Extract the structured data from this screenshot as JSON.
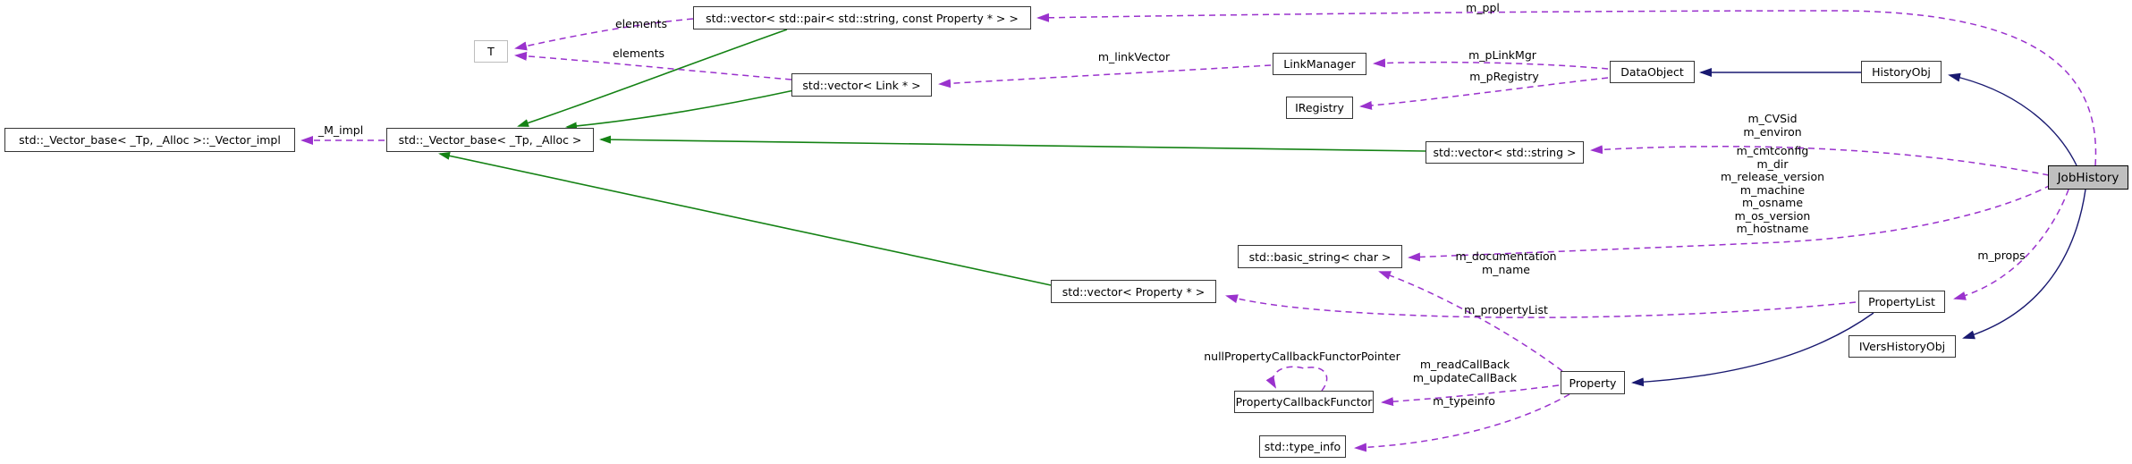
{
  "diagram": {
    "kind": "doxygen-collaboration-graph",
    "focus_class": "JobHistory"
  },
  "colors": {
    "template_inheritance_edge": "#148214",
    "public_inheritance_edge": "#191970",
    "usage_edge": "#9a32cd",
    "node_border": "#353535",
    "current_node_fill": "#bfbfbf",
    "background": "#ffffff"
  },
  "nodes": {
    "vector_impl": {
      "label": "std::_Vector_base< _Tp, _Alloc >::_Vector_impl"
    },
    "vector_base": {
      "label": "std::_Vector_base< _Tp, _Alloc >"
    },
    "t_param": {
      "label": "T"
    },
    "pair_vector": {
      "label": "std::vector< std::pair< std::string, const Property * > >"
    },
    "link_vector": {
      "label": "std::vector< Link * >"
    },
    "link_manager": {
      "label": "LinkManager"
    },
    "iregistry": {
      "label": "IRegistry"
    },
    "data_object": {
      "label": "DataObject"
    },
    "history_obj": {
      "label": "HistoryObj"
    },
    "string_vector": {
      "label": "std::vector< std::string >"
    },
    "basic_string": {
      "label": "std::basic_string< char >"
    },
    "property_vector": {
      "label": "std::vector< Property * >"
    },
    "property_list": {
      "label": "PropertyList"
    },
    "ivers_history_obj": {
      "label": "IVersHistoryObj"
    },
    "property": {
      "label": "Property"
    },
    "property_callback_functor": {
      "label": "PropertyCallbackFunctor"
    },
    "type_info": {
      "label": "std::type_info"
    },
    "job_history": {
      "label": "JobHistory"
    }
  },
  "edge_labels": {
    "elements_top": "elements",
    "elements_bottom": "elements",
    "m_impl": "_M_impl",
    "m_ppl": "m_ppl",
    "m_link_vector": "m_linkVector",
    "m_p_link_mgr": "m_pLinkMgr",
    "m_p_registry": "m_pRegistry",
    "string_members_a": "m_CVSid\nm_environ",
    "string_members_b": "m_cmtconfig\nm_dir\nm_release_version\nm_machine\nm_osname\nm_os_version\nm_hostname",
    "m_props": "m_props",
    "doc_and_name": "m_documentation\nm_name",
    "m_property_list": "m_propertyList",
    "null_functor_pointer": "nullPropertyCallbackFunctorPointer",
    "callbacks": "m_readCallBack\nm_updateCallBack",
    "m_typeinfo": "m_typeinfo"
  }
}
